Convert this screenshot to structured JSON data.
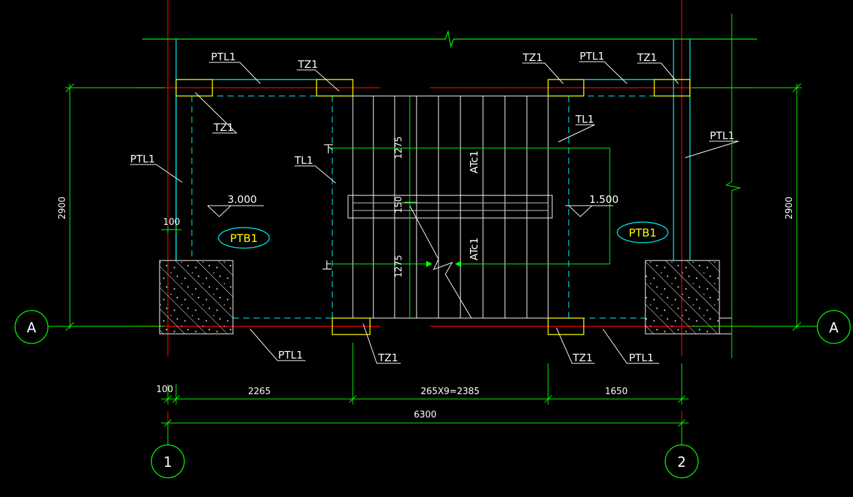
{
  "colors": {
    "background": "#000000",
    "grid_axis": "#ff0000",
    "dimension": "#00ff00",
    "wall_outline": "#00ffff",
    "column": "#ffff00",
    "text": "#ffffff",
    "slab_label": "#ffff00"
  },
  "axes": {
    "row_left": "A",
    "row_right": "A",
    "col_left": "1",
    "col_right": "2"
  },
  "labels": {
    "ptl1_top_left": "PTL1",
    "tz1_top_left_a": "TZ1",
    "tz1_top_left_b": "TZ1",
    "tz1_top_right_a": "TZ1",
    "ptl1_top_right": "PTL1",
    "tz1_top_right_b": "TZ1",
    "ptl1_left": "PTL1",
    "tl1_left": "TL1",
    "tl1_right": "TL1",
    "ptl1_right": "PTL1",
    "ptl1_bottom_left": "PTL1",
    "tz1_bottom_left": "TZ1",
    "tz1_bottom_right": "TZ1",
    "ptl1_bottom_right": "PTL1",
    "ptb1_left": "PTB1",
    "ptb1_right": "PTB1",
    "atc1_upper": "ATc1",
    "atc1_lower": "ATc1",
    "down_marker": "下",
    "up_marker": "上"
  },
  "elevations": {
    "left_landing": "3.000",
    "right_landing": "1.500"
  },
  "dimensions": {
    "height_left": "2900",
    "height_right": "2900",
    "wall_thickness": "100",
    "flight_upper": "1275",
    "gap": "150",
    "flight_lower": "1275",
    "seg_100": "100",
    "seg_2265": "2265",
    "seg_steps": "265X9=2385",
    "seg_1650": "1650",
    "total": "6300"
  }
}
